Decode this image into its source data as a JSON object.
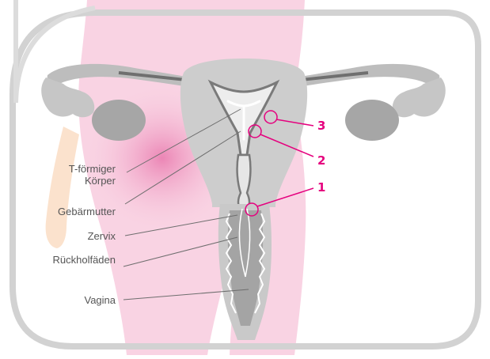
{
  "diagram": {
    "labels": {
      "t_shaped_body_line1": "T-förmiger",
      "t_shaped_body_line2": "Körper",
      "uterus": "Gebärmutter",
      "cervix": "Zervix",
      "retrieval_threads": "Rückholfäden",
      "vagina": "Vagina"
    },
    "markers": {
      "marker_1": "1",
      "marker_2": "2",
      "marker_3": "3"
    },
    "colors": {
      "accent_magenta": "#e5007e",
      "organ_gray": "#c8c8c8",
      "organ_dark_gray": "#6e6e6e",
      "body_pink": "#f7c9dd",
      "frame_gray": "#cfcfcf",
      "label_text": "#555555"
    }
  }
}
